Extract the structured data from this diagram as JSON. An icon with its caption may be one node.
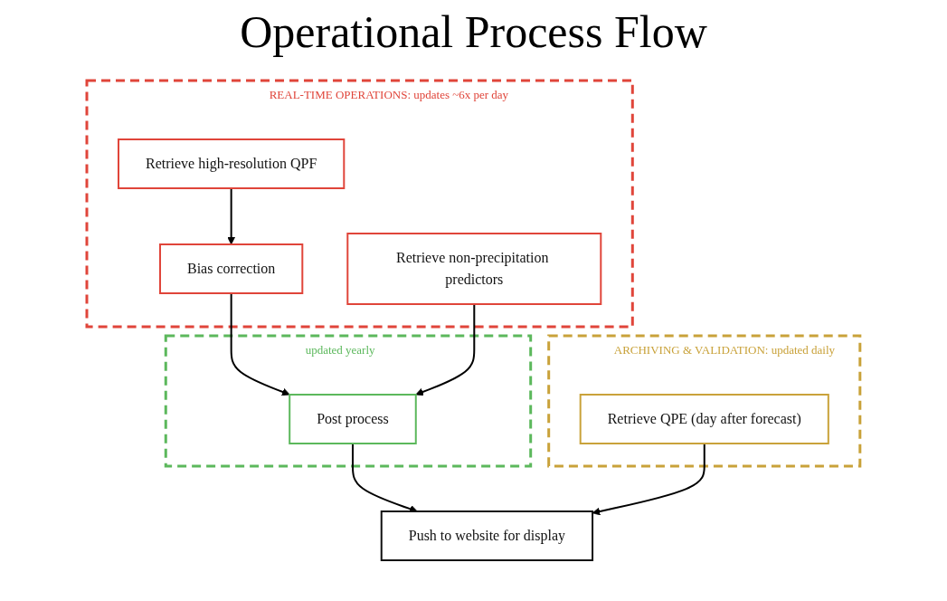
{
  "diagram": {
    "title": "Operational Process Flow",
    "nodes": [
      {
        "text": [
          "REAL-TIME OPERATIONS: updates ~6x per day"
        ]
      },
      {
        "text": [
          "Retrieve high-resolution QPF"
        ],
        "in": 0
      },
      {
        "text": [
          "Bias correction"
        ],
        "in": 0
      },
      {
        "text": [
          "Retrieve non-precipitation predictors"
        ],
        "in": 0
      },
      {
        "text": [],
        "shape": "box",
        "beside": [
          "updated yearly"
        ]
      },
      {
        "text": [
          "Post process"
        ],
        "in": 4
      },
      {
        "text": [
          "ARCHIVING & VALIDATION: updated daily"
        ]
      },
      {
        "text": [
          "Retrieve QPE (day after forecast)"
        ],
        "in": 6
      },
      {
        "text": [
          "Push to website for display"
        ]
      }
    ],
    "edges": [
      {
        "from": 1,
        "to": 2,
        "arrow": "to"
      },
      {
        "from": 2,
        "to": 5,
        "arrow": "to"
      },
      {
        "from": 3,
        "to": 5,
        "arrow": "to"
      },
      {
        "from": 5,
        "to": 8,
        "arrow": "to"
      },
      {
        "from": 7,
        "to": 8,
        "arrow": "to"
      }
    ]
  }
}
